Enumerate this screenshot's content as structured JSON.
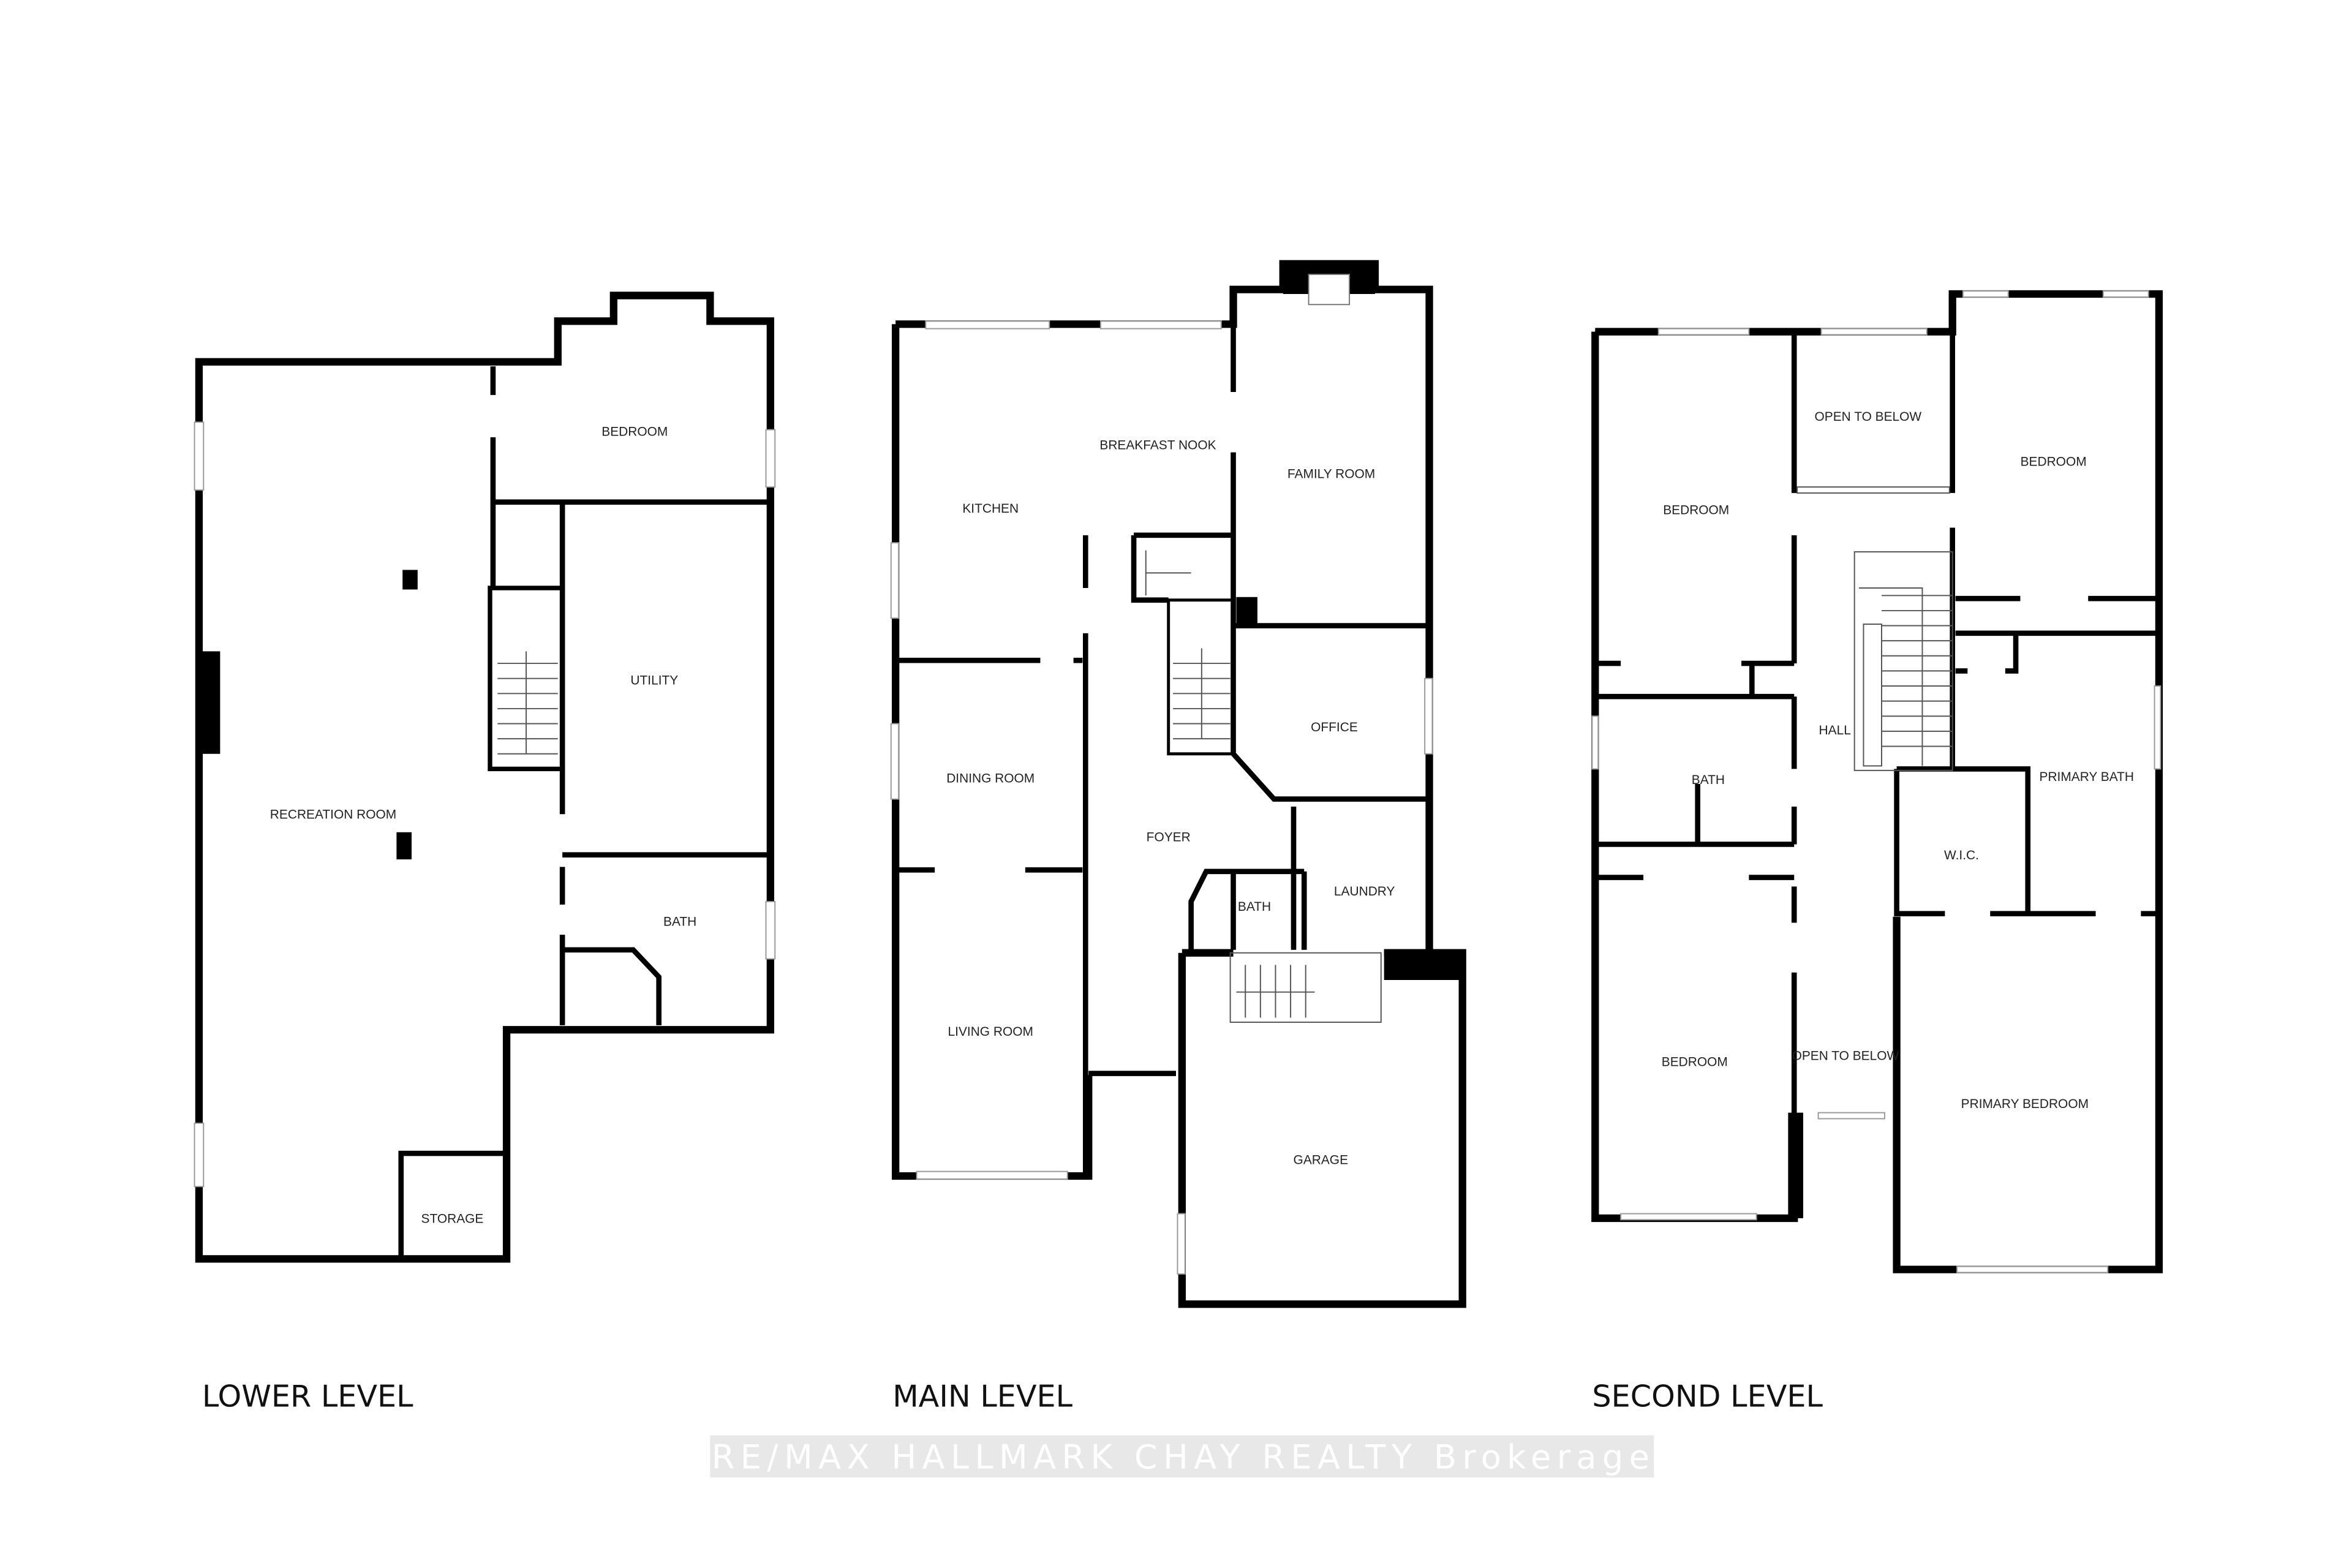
{
  "levels": {
    "lower": {
      "title": "LOWER LEVEL",
      "rooms": [
        "BEDROOM",
        "UTILITY",
        "RECREATION ROOM",
        "BATH",
        "STORAGE"
      ]
    },
    "main": {
      "title": "MAIN LEVEL",
      "rooms": [
        "BREAKFAST NOOK",
        "FAMILY ROOM",
        "KITCHEN",
        "OFFICE",
        "DINING ROOM",
        "FOYER",
        "BATH",
        "LAUNDRY",
        "LIVING ROOM",
        "GARAGE"
      ]
    },
    "second": {
      "title": "SECOND LEVEL",
      "rooms": [
        "OPEN TO BELOW",
        "BEDROOM",
        "BEDROOM",
        "HALL",
        "BATH",
        "PRIMARY BATH",
        "W.I.C.",
        "BEDROOM",
        "OPEN TO BELOW",
        "PRIMARY BEDROOM"
      ]
    }
  },
  "watermark": "RE/MAX HALLMARK CHAY REALTY  Brokerage",
  "colors": {
    "walls": "#000000",
    "background": "#ffffff",
    "watermark_band": "#e6e6e6"
  }
}
